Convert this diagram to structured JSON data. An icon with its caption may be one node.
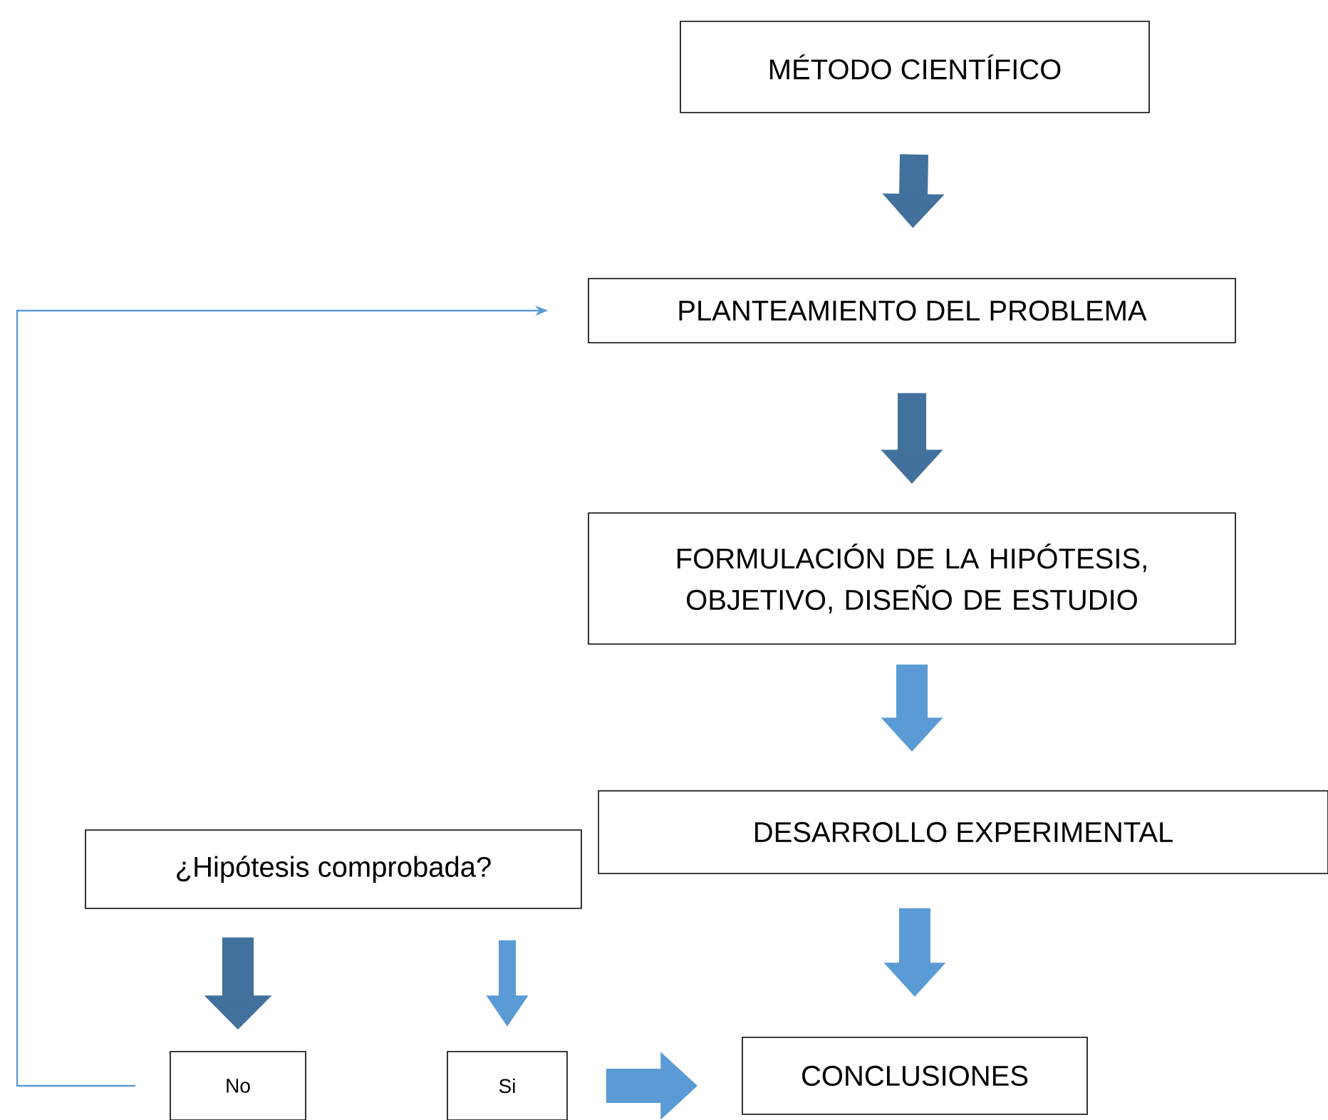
{
  "diagram": {
    "nodes": [
      {
        "text": [
          "MÉTODO CIENTÍFICO"
        ]
      },
      {
        "text": [
          "PLANTEAMIENTO DEL PROBLEMA"
        ]
      },
      {
        "text": [
          "FORMULACIÓN DE LA HIPÓTESIS, OBJETIVO, DISEÑO DE ESTUDIO"
        ]
      },
      {
        "text": [
          "DESARROLLO EXPERIMENTAL"
        ]
      },
      {
        "text": [
          "¿Hipótesis comprobada?"
        ]
      },
      {
        "text": [
          "No"
        ]
      },
      {
        "text": [
          "Si"
        ]
      },
      {
        "text": [
          "CONCLUSIONES"
        ]
      }
    ],
    "edges": [
      {
        "from": 0,
        "to": 1,
        "arrow": "to",
        "color": "#41719c"
      },
      {
        "from": 1,
        "to": 2,
        "arrow": "to",
        "color": "#41719c"
      },
      {
        "from": 2,
        "to": 3,
        "arrow": "to"
      },
      {
        "from": 3,
        "to": 7,
        "arrow": "to"
      },
      {
        "from": 4,
        "to": 5,
        "arrow": "to",
        "color": "#41719c"
      },
      {
        "from": 4,
        "to": 6,
        "arrow": "to"
      },
      {
        "from": 6,
        "to": 7,
        "arrow": "to"
      },
      {
        "from": 5,
        "to": 1,
        "arrow": "to"
      }
    ]
  }
}
